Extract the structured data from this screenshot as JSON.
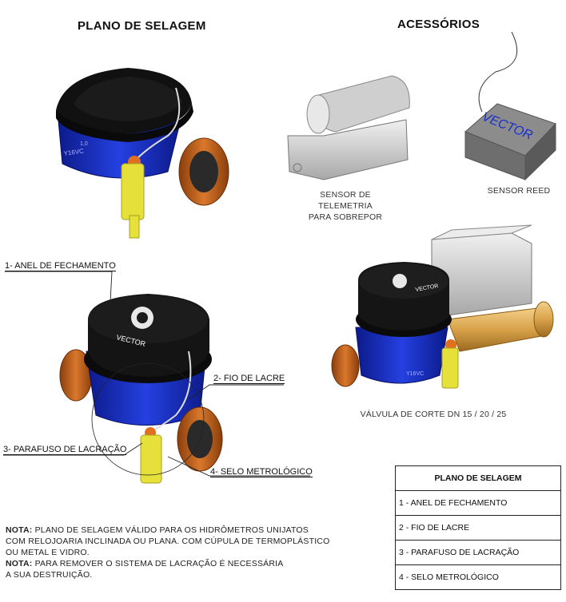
{
  "titles": {
    "left": "PLANO DE SELAGEM",
    "right": "ACESSÓRIOS"
  },
  "captions": {
    "telemetry_line1": "SENSOR DE TELEMETRIA",
    "telemetry_line2": "PARA SOBREPOR",
    "reed": "SENSOR REED",
    "valve": "VÁLVULA DE CORTE DN 15 / 20 / 25"
  },
  "product_marks": {
    "brand": "VECTOR",
    "model": "Y16VC",
    "flow": "1,0"
  },
  "callouts": {
    "c1": "1- ANEL DE FECHAMENTO",
    "c2": "2- FIO DE LACRE",
    "c3": "3- PARAFUSO DE LACRAÇÃO",
    "c4": "4- SELO METROLÓGICO"
  },
  "notes": {
    "label1": "NOTA:",
    "text1_line1": " PLANO DE SELAGEM VÁLIDO PARA OS HIDRÔMETROS UNIJATOS",
    "text1_line2": "COM RELOJOARIA INCLINADA OU PLANA. COM CÚPULA DE TERMOPLÁSTICO",
    "text1_line3": "OU METAL E VIDRO.",
    "label2": "NOTA:",
    "text2_line1": " PARA REMOVER O SISTEMA DE LACRAÇÃO É NECESSÁRIA",
    "text2_line2": "A SUA DESTRUIÇÃO."
  },
  "legend": {
    "header": "PLANO DE SELAGEM",
    "rows": [
      "1 - ANEL DE FECHAMENTO",
      "2 - FIO DE LACRE",
      "3 - PARAFUSO DE LACRAÇÃO",
      "4 - SELO METROLÓGICO"
    ]
  },
  "colors": {
    "meter_body": "#1a2fd0",
    "meter_top": "#111111",
    "nut": "#c0621a",
    "seal": "#e6e03a",
    "brass": "#d9a24a",
    "sensor_gray": "#c8c8c8"
  }
}
